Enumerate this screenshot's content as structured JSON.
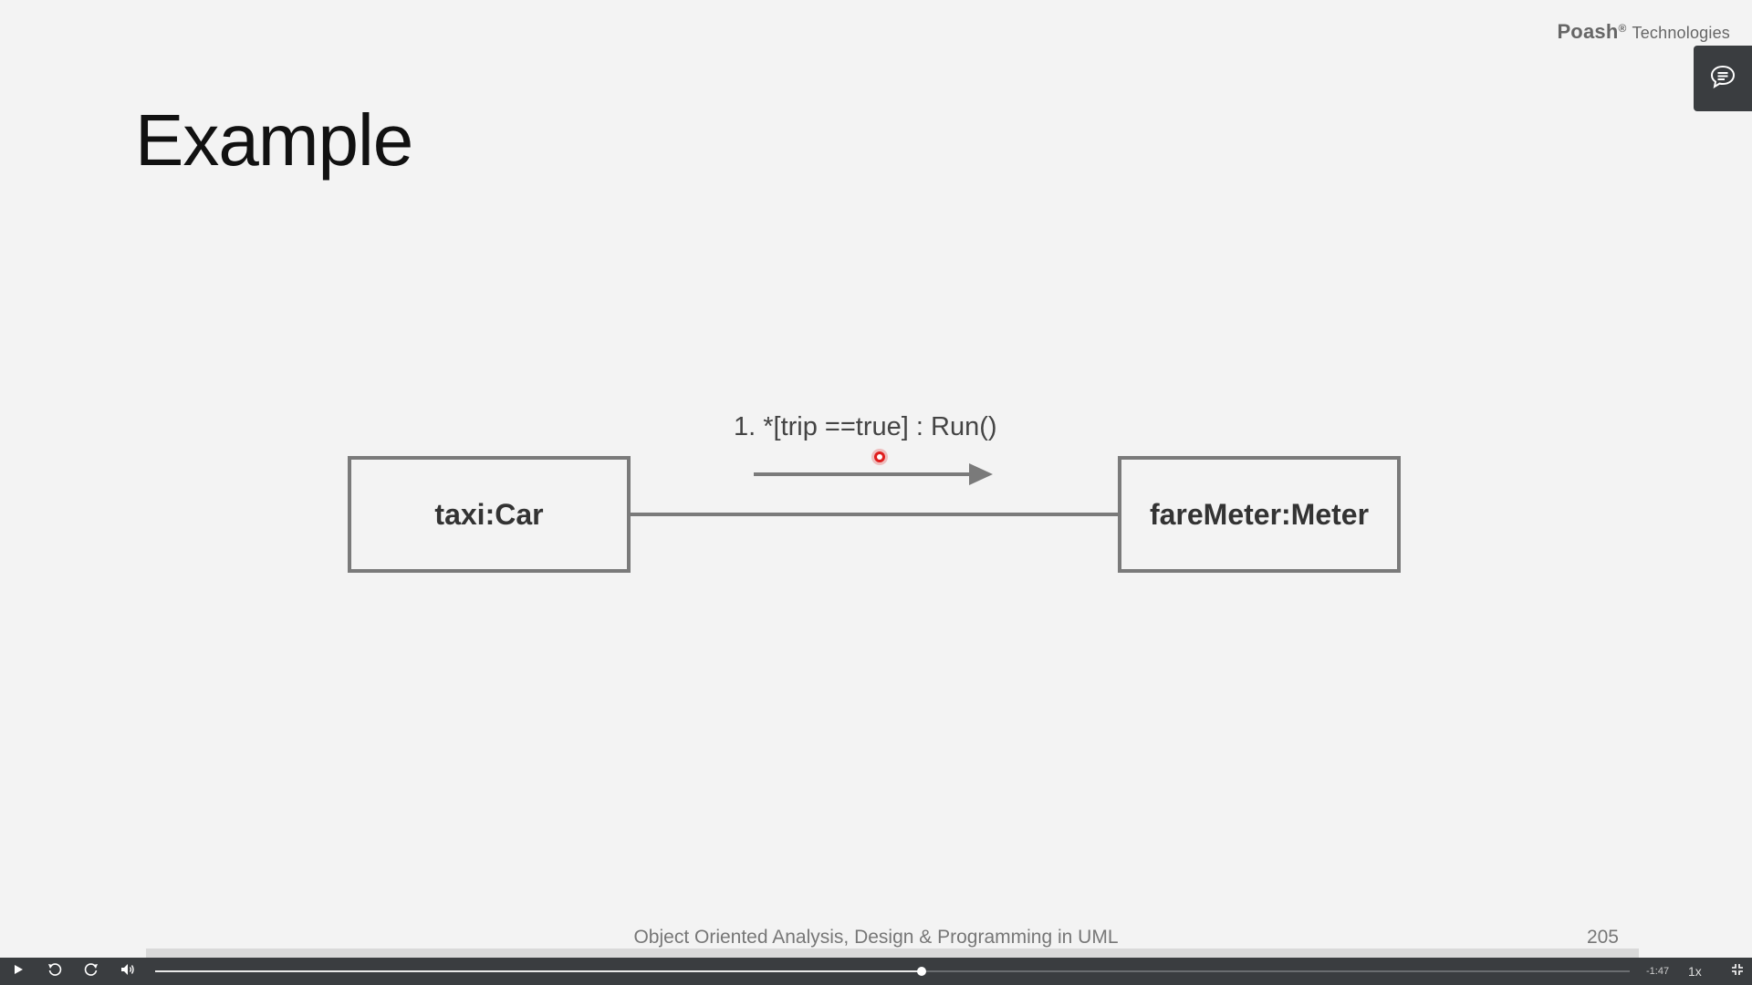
{
  "brand": {
    "name": "Poash",
    "registered": "®",
    "suffix": "Technologies"
  },
  "slide": {
    "title": "Example",
    "diagram": {
      "left_object": "taxi:Car",
      "right_object": "fareMeter:Meter",
      "message": "1. *[trip ==true] : Run()"
    },
    "footer": "Object Oriented Analysis, Design & Programming in UML",
    "page_number": "205"
  },
  "player": {
    "progress_fraction": 0.52,
    "time_remaining": "-1:47",
    "speed": "1x"
  },
  "icons": {
    "chat": "chat-bubble-icon",
    "play": "play-icon",
    "rewind": "rewind-icon",
    "forward": "forward-icon",
    "volume": "volume-icon",
    "fullscreen": "exit-fullscreen-icon"
  },
  "colors": {
    "background": "#f3f3f3",
    "box_border": "#7a7a7a",
    "player_bar": "#3a3d40",
    "pointer": "#e01e1e"
  }
}
